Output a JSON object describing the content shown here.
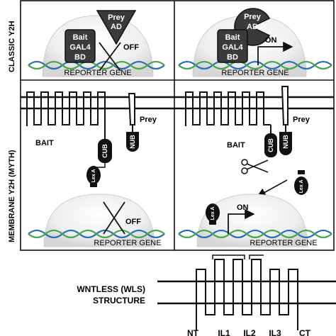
{
  "side_labels": {
    "classic": "CLASSIC Y2H",
    "membrane": "MEMBRANE Y2H (MYTH)"
  },
  "classic_off": {
    "bait_lines": [
      "Bait",
      "GAL4",
      "BD"
    ],
    "prey_lines": [
      "Prey",
      "AD"
    ],
    "state": "OFF",
    "reporter": "REPORTER GENE"
  },
  "classic_on": {
    "bait_lines": [
      "Bait",
      "GAL4",
      "BD"
    ],
    "prey_lines": [
      "Prey",
      "AD"
    ],
    "state": "ON",
    "reporter": "REPORTER GENE"
  },
  "myth_off": {
    "bait": "BAIT",
    "prey": "Prey",
    "cub": "CUB",
    "nub": "NUB",
    "lexa": "Lex A",
    "state": "OFF",
    "reporter": "REPORTER GENE"
  },
  "myth_on": {
    "bait": "BAIT",
    "prey": "Prey",
    "cub": "CUB",
    "nub": "NUB",
    "lexa_free": "Lex A",
    "lexa_bound": "Lex A",
    "state": "ON",
    "reporter": "REPORTER GENE"
  },
  "wls": {
    "title_line1": "WNTLESS (WLS)",
    "title_line2": "STRUCTURE",
    "termini": [
      "NT",
      "IL1",
      "IL2",
      "IL3",
      "CT"
    ]
  },
  "colors": {
    "dna_blue": "#2b6fb3",
    "dna_green": "#4aa64a",
    "protein_dark": "#3a3a3a",
    "outline": "#111111"
  }
}
